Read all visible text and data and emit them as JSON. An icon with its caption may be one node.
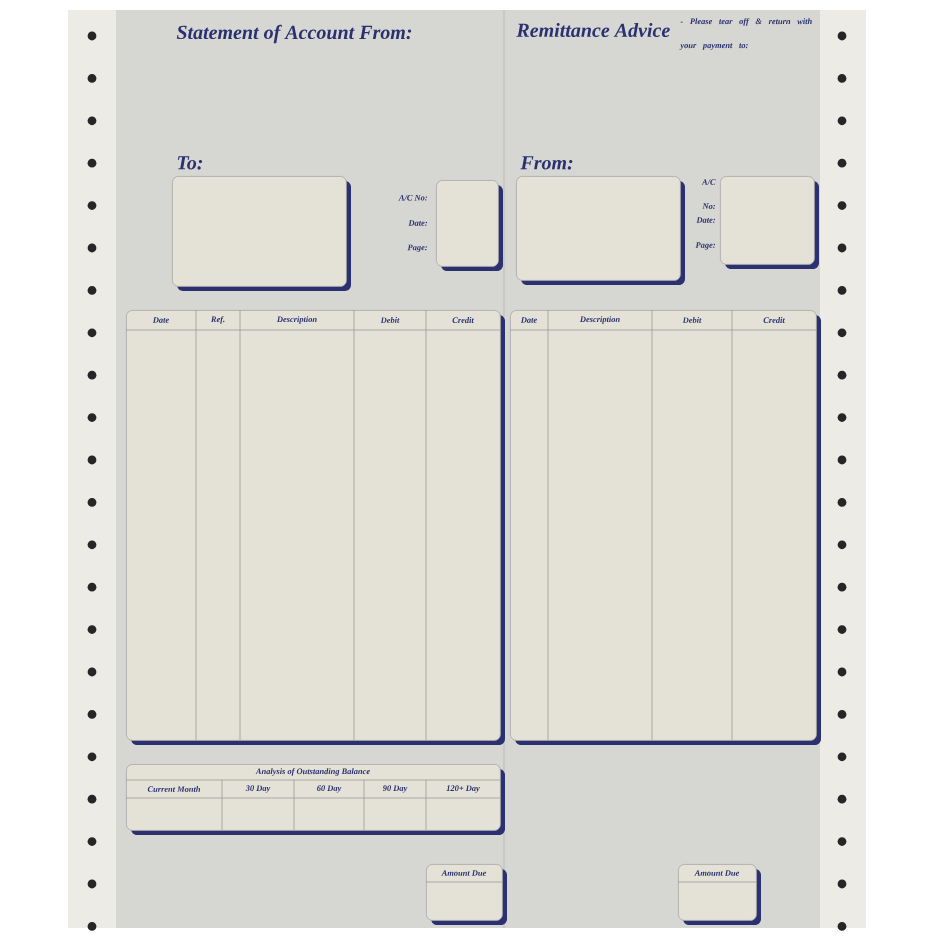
{
  "diagram": {
    "nodes": [
      {
        "text": [
          "To:"
        ]
      },
      {
        "text": [],
        "shape": "box",
        "beside": [
          "A/C No:",
          "Date:",
          "Page:"
        ]
      },
      {
        "text": [
          "From:"
        ]
      },
      {
        "text": [],
        "shape": "box",
        "beside": [
          "A/C No:",
          "Date:",
          "Page:"
        ]
      },
      {
        "text": [
          "Date",
          "Ref.",
          "Description",
          "Debit",
          "Credit"
        ]
      },
      {
        "text": [
          "Date",
          "Description",
          "Debit",
          "Credit"
        ]
      },
      {
        "text": [
          "Analysis of Outstanding Balance",
          "Current Month",
          "30 Day",
          "60 Day",
          "90 Day",
          "120+ Day"
        ]
      },
      {
        "text": [
          "Amount Due"
        ]
      },
      {
        "text": [
          "Amount Due"
        ]
      }
    ],
    "labels": [
      "Statement of Account From:",
      "Remittance Advice",
      "- Please tear off & return with your payment to:"
    ]
  }
}
